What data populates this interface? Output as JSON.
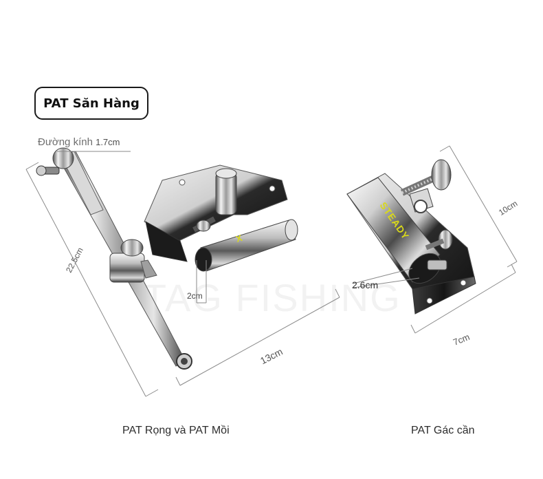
{
  "title": "PAT Săn Hàng",
  "labels": {
    "diameter_prefix": "Đường kính",
    "diameter_value": "1.7cm",
    "length_22_5": "22.5cm",
    "length_13": "13cm",
    "tube_2": "2cm",
    "tube_2_6": "2.6cm",
    "height_10": "10cm",
    "width_7": "7cm"
  },
  "captions": {
    "left": "PAT Rọng và PAT Mồi",
    "right": "PAT Gác cần"
  },
  "watermark": "TAG FISHING",
  "colors": {
    "background": "#ffffff",
    "chrome_light": "#f2f2f2",
    "chrome_dark": "#2b2b2b",
    "logo_yellow": "#d9d91a",
    "dimension_line": "#8a8a8a"
  }
}
